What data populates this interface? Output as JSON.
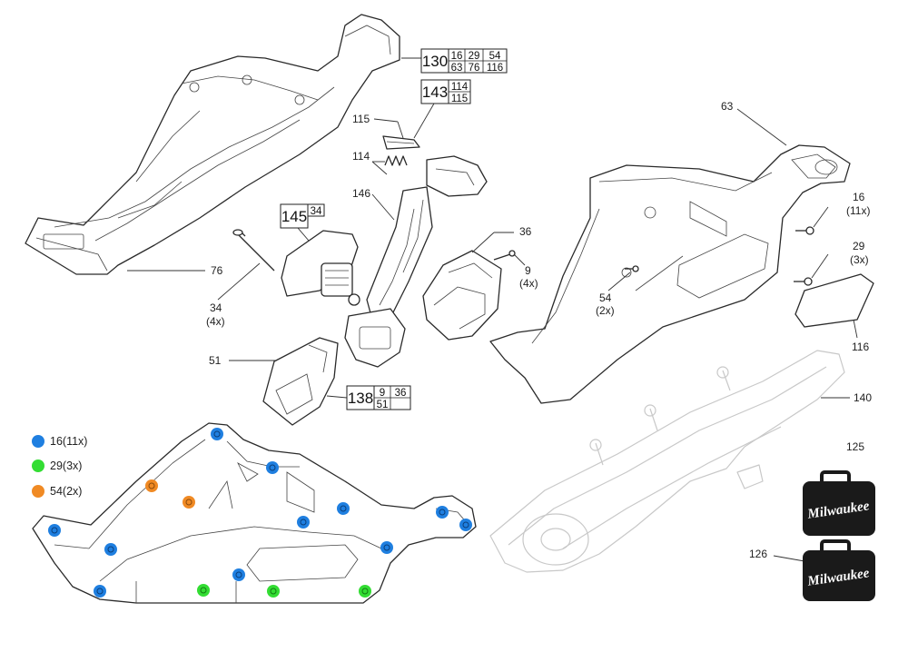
{
  "callouts": {
    "c130": {
      "main": "130",
      "refs": [
        "16",
        "29",
        "54",
        "63",
        "76",
        "116"
      ]
    },
    "c143": {
      "main": "143",
      "refs": [
        "114",
        "115"
      ]
    },
    "c145": {
      "main": "145",
      "refs": [
        "34"
      ]
    },
    "c138": {
      "main": "138",
      "refs": [
        "9",
        "36",
        "51"
      ]
    }
  },
  "labels": {
    "l115": "115",
    "l114": "114",
    "l146": "146",
    "l76": "76",
    "l34": "34",
    "l34q": "(4x)",
    "l36": "36",
    "l9": "9",
    "l9q": "(4x)",
    "l51": "51",
    "l63": "63",
    "l16": "16",
    "l16q": "(11x)",
    "l29": "29",
    "l29q": "(3x)",
    "l54": "54",
    "l54q": "(2x)",
    "l116": "116",
    "l140": "140",
    "l125": "125",
    "l126": "126"
  },
  "legend": [
    {
      "text": "16(11x)",
      "color": "#1f7fe0"
    },
    {
      "text": "29(3x)",
      "color": "#33dd33"
    },
    {
      "text": "54(2x)",
      "color": "#f08a24"
    }
  ],
  "screw_markers": {
    "blue_color": "#1f7fe0",
    "green_color": "#33dd33",
    "orange_color": "#f08a24"
  },
  "kits": {
    "brand": "Milwaukee",
    "case_color": "#1a1a1a"
  }
}
